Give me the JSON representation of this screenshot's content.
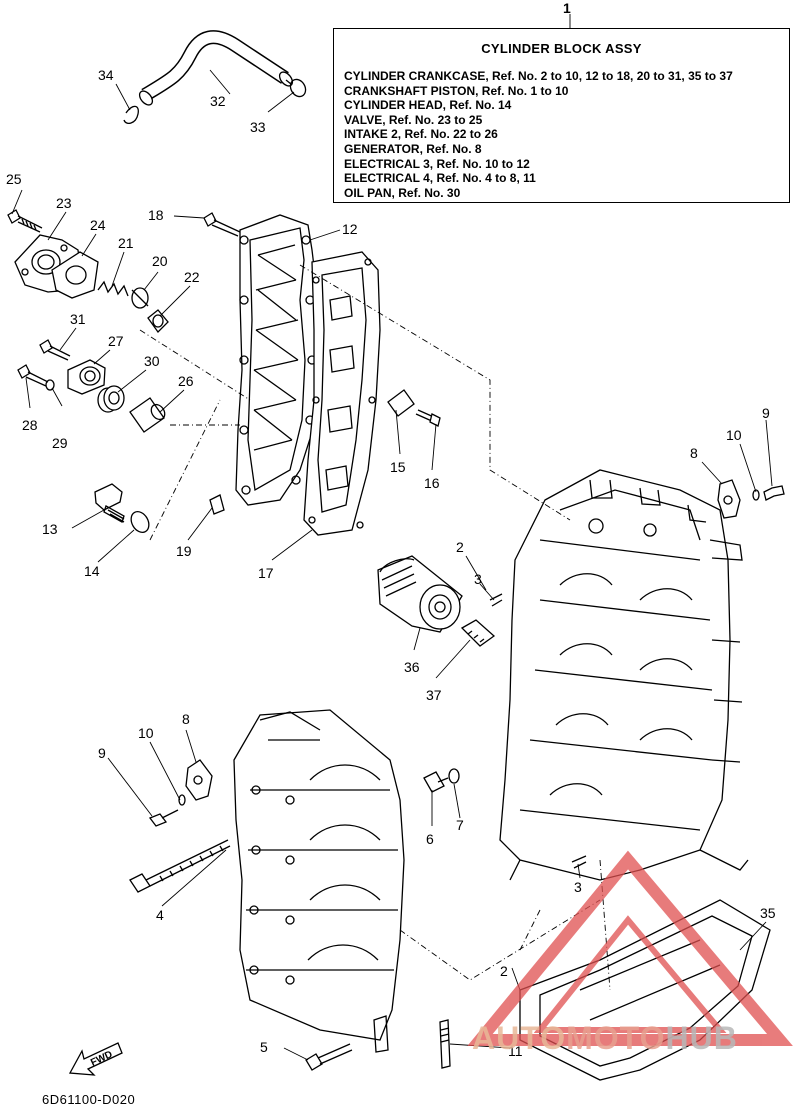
{
  "info_box": {
    "ref_number": "1",
    "title": "CYLINDER BLOCK ASSY",
    "lines": [
      "CYLINDER CRANKCASE,  Ref. No. 2 to 10, 12 to 18, 20 to 31, 35 to 37",
      "CRANKSHAFT PISTON,   Ref. No. 1 to 10",
      "CYLINDER HEAD, Ref. No. 14",
      "VALVE,       Ref. No. 23 to 25",
      "INTAKE 2, Ref. No. 22 to 26",
      "GENERATOR,      Ref. No. 8",
      "ELECTRICAL 3,  Ref. No. 10 to 12",
      "ELECTRICAL 4,  Ref. No. 4 to 8, 11",
      "OIL PAN,   Ref. No. 30"
    ]
  },
  "callouts": {
    "c34": "34",
    "c32": "32",
    "c33": "33",
    "c25": "25",
    "c23": "23",
    "c24": "24",
    "c21": "21",
    "c20": "20",
    "c22": "22",
    "c18": "18",
    "c12": "12",
    "c31": "31",
    "c27": "27",
    "c30": "30",
    "c26": "26",
    "c28": "28",
    "c29": "29",
    "c13": "13",
    "c14": "14",
    "c19": "19",
    "c17": "17",
    "c15": "15",
    "c16": "16",
    "c9a": "9",
    "c10a": "10",
    "c8a": "8",
    "c2a": "2",
    "c3a": "3",
    "c36": "36",
    "c37": "37",
    "c8b": "8",
    "c10b": "10",
    "c9b": "9",
    "c6": "6",
    "c7": "7",
    "c4": "4",
    "c3b": "3",
    "c35": "35",
    "c2b": "2",
    "c5": "5",
    "c11": "11"
  },
  "fwd_label": "FWD",
  "diagram_code": "6D61100-D020",
  "watermark": {
    "part1": "AUTO",
    "part2": "MOTO",
    "part3": "HUB"
  },
  "colors": {
    "line": "#000000",
    "watermark_red": "#e05050"
  }
}
